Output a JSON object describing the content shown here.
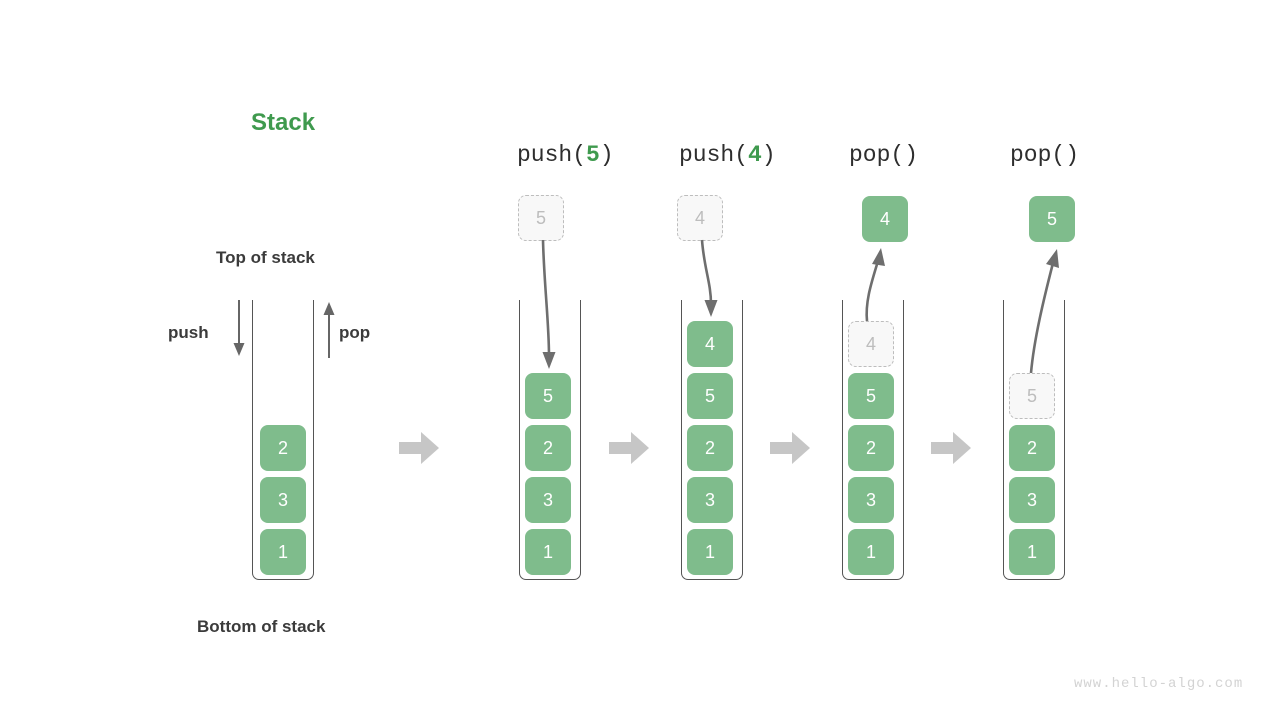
{
  "diagram": {
    "title": "Stack",
    "title_color": "#3f9a4e",
    "accent_color": "#7fbc8c",
    "ghost_color": "#bdbdbd",
    "watermark": "www.hello-algo.com",
    "labels": {
      "top_of_stack": "Top of stack",
      "bottom_of_stack": "Bottom of stack",
      "push": "push",
      "pop": "pop"
    },
    "initial_stack": {
      "name": "initial",
      "header": "",
      "cells_top_to_bottom": [
        "2",
        "3",
        "1"
      ]
    },
    "steps": [
      {
        "name": "push-5",
        "header_fn": "push(",
        "header_arg": "5",
        "header_close": ")",
        "header_full": "push(5)",
        "floating": {
          "value": "5",
          "style": "ghost",
          "position": "above"
        },
        "arrow_direction": "down",
        "cells_top_to_bottom": [
          "5",
          "2",
          "3",
          "1"
        ],
        "cell_styles": [
          "solid",
          "solid",
          "solid",
          "solid"
        ]
      },
      {
        "name": "push-4",
        "header_fn": "push(",
        "header_arg": "4",
        "header_close": ")",
        "header_full": "push(4)",
        "floating": {
          "value": "4",
          "style": "ghost",
          "position": "above"
        },
        "arrow_direction": "down",
        "cells_top_to_bottom": [
          "4",
          "5",
          "2",
          "3",
          "1"
        ],
        "cell_styles": [
          "solid",
          "solid",
          "solid",
          "solid",
          "solid"
        ]
      },
      {
        "name": "pop-1",
        "header_fn": "pop(",
        "header_arg": "",
        "header_close": ")",
        "header_full": "pop()",
        "floating": {
          "value": "4",
          "style": "solid",
          "position": "above"
        },
        "arrow_direction": "up",
        "cells_top_to_bottom": [
          "4",
          "5",
          "2",
          "3",
          "1"
        ],
        "cell_styles": [
          "ghost",
          "solid",
          "solid",
          "solid",
          "solid"
        ]
      },
      {
        "name": "pop-2",
        "header_fn": "pop(",
        "header_arg": "",
        "header_close": ")",
        "header_full": "pop()",
        "floating": {
          "value": "5",
          "style": "solid",
          "position": "above"
        },
        "arrow_direction": "up",
        "cells_top_to_bottom": [
          "5",
          "2",
          "3",
          "1"
        ],
        "cell_styles": [
          "ghost",
          "solid",
          "solid",
          "solid"
        ]
      }
    ],
    "separators": [
      "block-arrow-right",
      "block-arrow-right",
      "block-arrow-right",
      "block-arrow-right"
    ]
  }
}
